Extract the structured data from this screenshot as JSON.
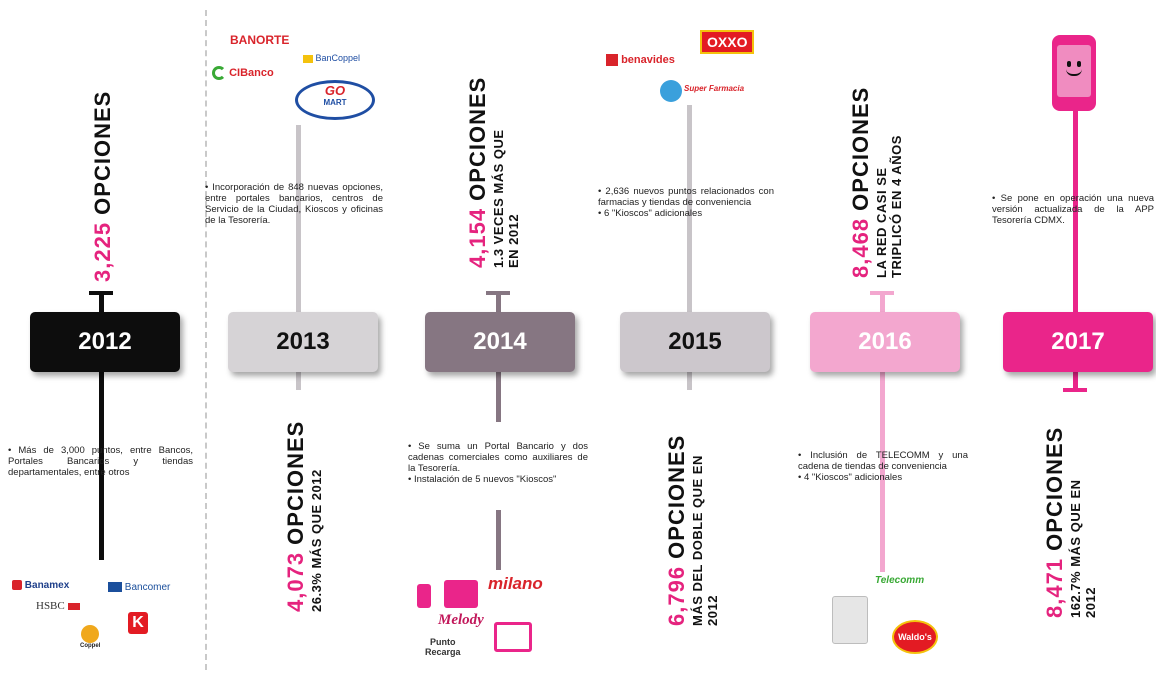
{
  "years": [
    {
      "label": "2012",
      "color": "#0d0d0d",
      "text_color": "#ffffff"
    },
    {
      "label": "2013",
      "color": "#d6d3d6",
      "text_color": "#111111"
    },
    {
      "label": "2014",
      "color": "#867682",
      "text_color": "#ffffff"
    },
    {
      "label": "2015",
      "color": "#ccc7cc",
      "text_color": "#111111"
    },
    {
      "label": "2016",
      "color": "#f3a7cf",
      "text_color": "#ffffff"
    },
    {
      "label": "2017",
      "color": "#ea258a",
      "text_color": "#ffffff"
    }
  ],
  "options": {
    "y2012": {
      "num": "3,225",
      "word": "OPCIONES"
    },
    "y2013": {
      "num": "4,073",
      "word": "OPCIONES",
      "line2": "26.3% MÁS QUE 2012"
    },
    "y2014": {
      "num": "4,154",
      "word": "OPCIONES",
      "line2": "1.3 VECES MÁS QUE",
      "line3": "EN 2012"
    },
    "y2015": {
      "num": "6,796",
      "word": "OPCIONES",
      "line2": "MÁS DEL DOBLE QUE EN",
      "line3": "2012"
    },
    "y2016": {
      "num": "8,468",
      "word": "OPCIONES",
      "line2": "LA RED CASI SE",
      "line3": "TRIPLICÓ EN 4 AÑOS"
    },
    "y2017": {
      "num": "8,471",
      "word": "OPCIONES",
      "line2": "162.7% MÁS QUE EN",
      "line3": "2012"
    }
  },
  "bullets": {
    "y2012": [
      "• Más de 3,000 puntos, entre Bancos, Portales Bancarios y tiendas departamentales, entre otros"
    ],
    "y2013": [
      "• Incorporación de 848 nuevas opciones, entre portales bancarios, centros de Servicio de la Ciudad, Kioscos y oficinas de la Tesorería."
    ],
    "y2014": [
      "• Se suma un Portal Bancario y dos cadenas comerciales como auxiliares de la Tesorería.",
      "• Instalación de 5 nuevos \"Kioscos\""
    ],
    "y2015": [
      "• 2,636 nuevos puntos relacionados con farmacias y tiendas de conveniencia",
      "• 6 \"Kioscos\" adicionales"
    ],
    "y2016": [
      "• Inclusión de TELECOMM y una cadena de tiendas de conveniencia",
      "• 4 \"Kioscos\" adicionales"
    ],
    "y2017": [
      "• Se pone en operación una nueva versión actualizada de la APP Tesorería CDMX."
    ]
  },
  "logos": {
    "banamex": "Banamex",
    "bancomer": "Bancomer",
    "hsbc": "HSBC",
    "coppel": "Coppel",
    "banorte": "BANORTE",
    "bancoppel": "BanCoppel",
    "cibanco": "CIBanco",
    "gomart_top": "GO",
    "gomart_bottom": "MART",
    "milano": "milano",
    "melody": "Melody",
    "punto_recarga_1": "Punto",
    "punto_recarga_2": "Recarga",
    "oxxo": "OXXO",
    "benavides": "benavides",
    "superfarmacia": "Super Farmacia",
    "telecomm": "Telecomm",
    "waldos": "Waldo's"
  },
  "colors": {
    "pink": "#e5237e",
    "dark": "#0d0d0d",
    "gray": "#b9b4b9",
    "dashed": "#c9c9c9"
  }
}
